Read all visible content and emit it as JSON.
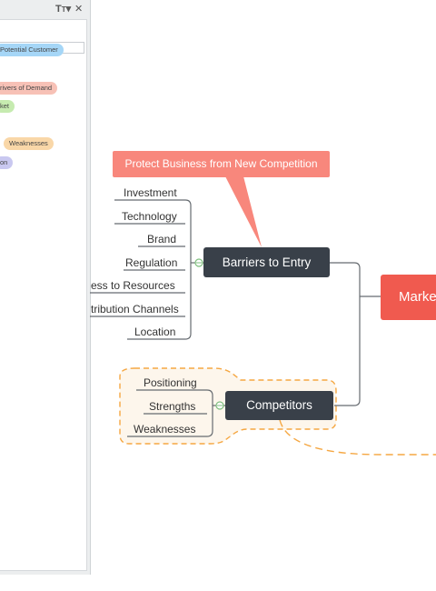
{
  "panel": {
    "tags": [
      {
        "label": "Potential Customer",
        "color": "#a5d6f7"
      },
      {
        "label": "rivers of Demand",
        "color": "#f7c1b6"
      },
      {
        "label": "ket",
        "color": "#c6ebb0"
      },
      {
        "label": "Weaknesses",
        "color": "#f9d7a8"
      },
      {
        "label": "on",
        "color": "#c9c8f0"
      }
    ]
  },
  "mindmap": {
    "callout": "Protect Business from New Competition",
    "central": "Marke",
    "barriers": {
      "title": "Barriers to Entry",
      "items": [
        "Investment",
        "Technology",
        "Brand",
        "Regulation",
        "ess to Resources",
        "tribution Channels",
        "Location"
      ]
    },
    "competitors": {
      "title": "Competitors",
      "items": [
        "Positioning",
        "Strengths",
        "Weaknesses"
      ]
    }
  },
  "colors": {
    "dark_node": "#394049",
    "central_node": "#f05a4f",
    "callout": "#f8877c",
    "boundary": "#f5a742",
    "boundary_fill": "#fdf6ec"
  }
}
